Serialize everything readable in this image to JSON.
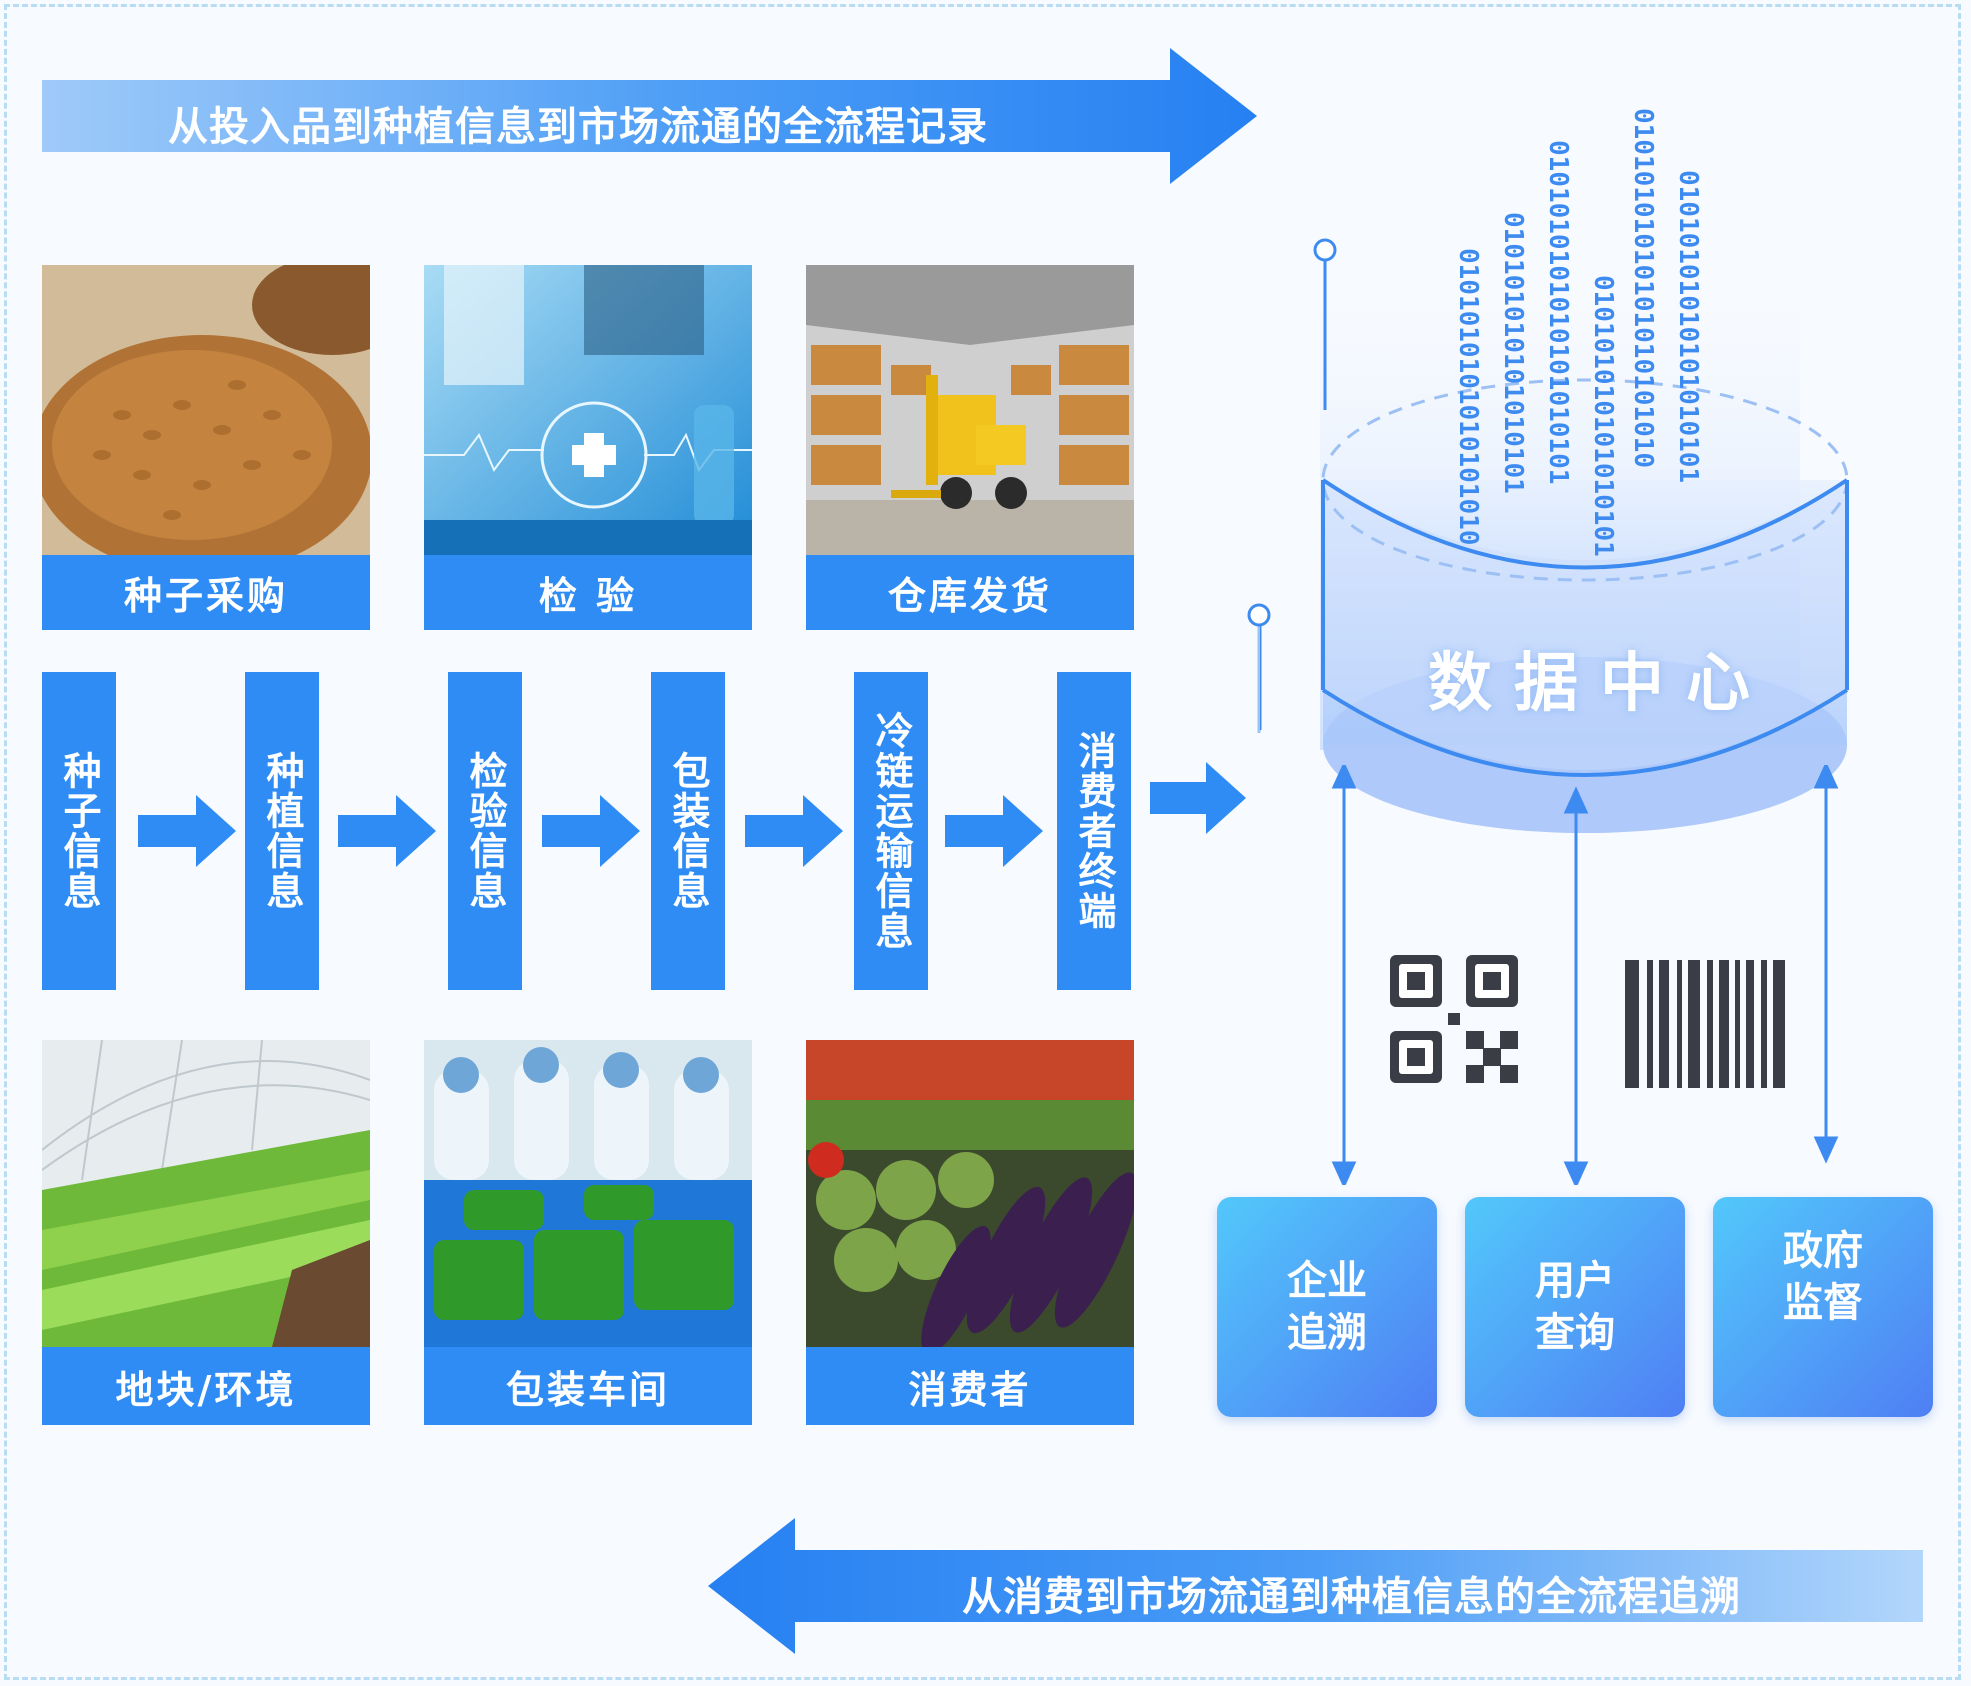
{
  "top_banner": {
    "text": "从投入品到种植信息到市场流通的全流程记录"
  },
  "bottom_banner": {
    "text": "从消费到市场流通到种植信息的全流程追溯"
  },
  "top_cards": [
    {
      "label": "种子采购",
      "photo": "wheat-seeds"
    },
    {
      "label": "检  验",
      "photo": "lab-inspection"
    },
    {
      "label": "仓库发货",
      "photo": "warehouse-forklift"
    }
  ],
  "bottom_cards": [
    {
      "label": "地块/环境",
      "photo": "greenhouse-lettuce"
    },
    {
      "label": "包装车间",
      "photo": "packing-workshop"
    },
    {
      "label": "消费者",
      "photo": "vegetable-market"
    }
  ],
  "steps": [
    "种子信息",
    "种植信息",
    "检验信息",
    "包装信息",
    "冷链运输信息",
    "消费者终端"
  ],
  "data_center": {
    "title": "数据中心",
    "binary_columns": [
      "0101010101010101010",
      "010101010101010101",
      "0101010101010101010101",
      "010101010101010101",
      "01010101010101010101010",
      "01010101010101010101"
    ]
  },
  "codes": {
    "qr": "qr-code-icon",
    "barcode": "barcode-icon"
  },
  "outputs": [
    {
      "label": "企业追溯"
    },
    {
      "label": "用户查询"
    },
    {
      "label": "政府监督"
    }
  ],
  "colors": {
    "primary_blue": "#2f8cf5",
    "banner_light": "#cfe6ff",
    "output_start": "#52c8fb",
    "output_end": "#4f7ff4"
  }
}
